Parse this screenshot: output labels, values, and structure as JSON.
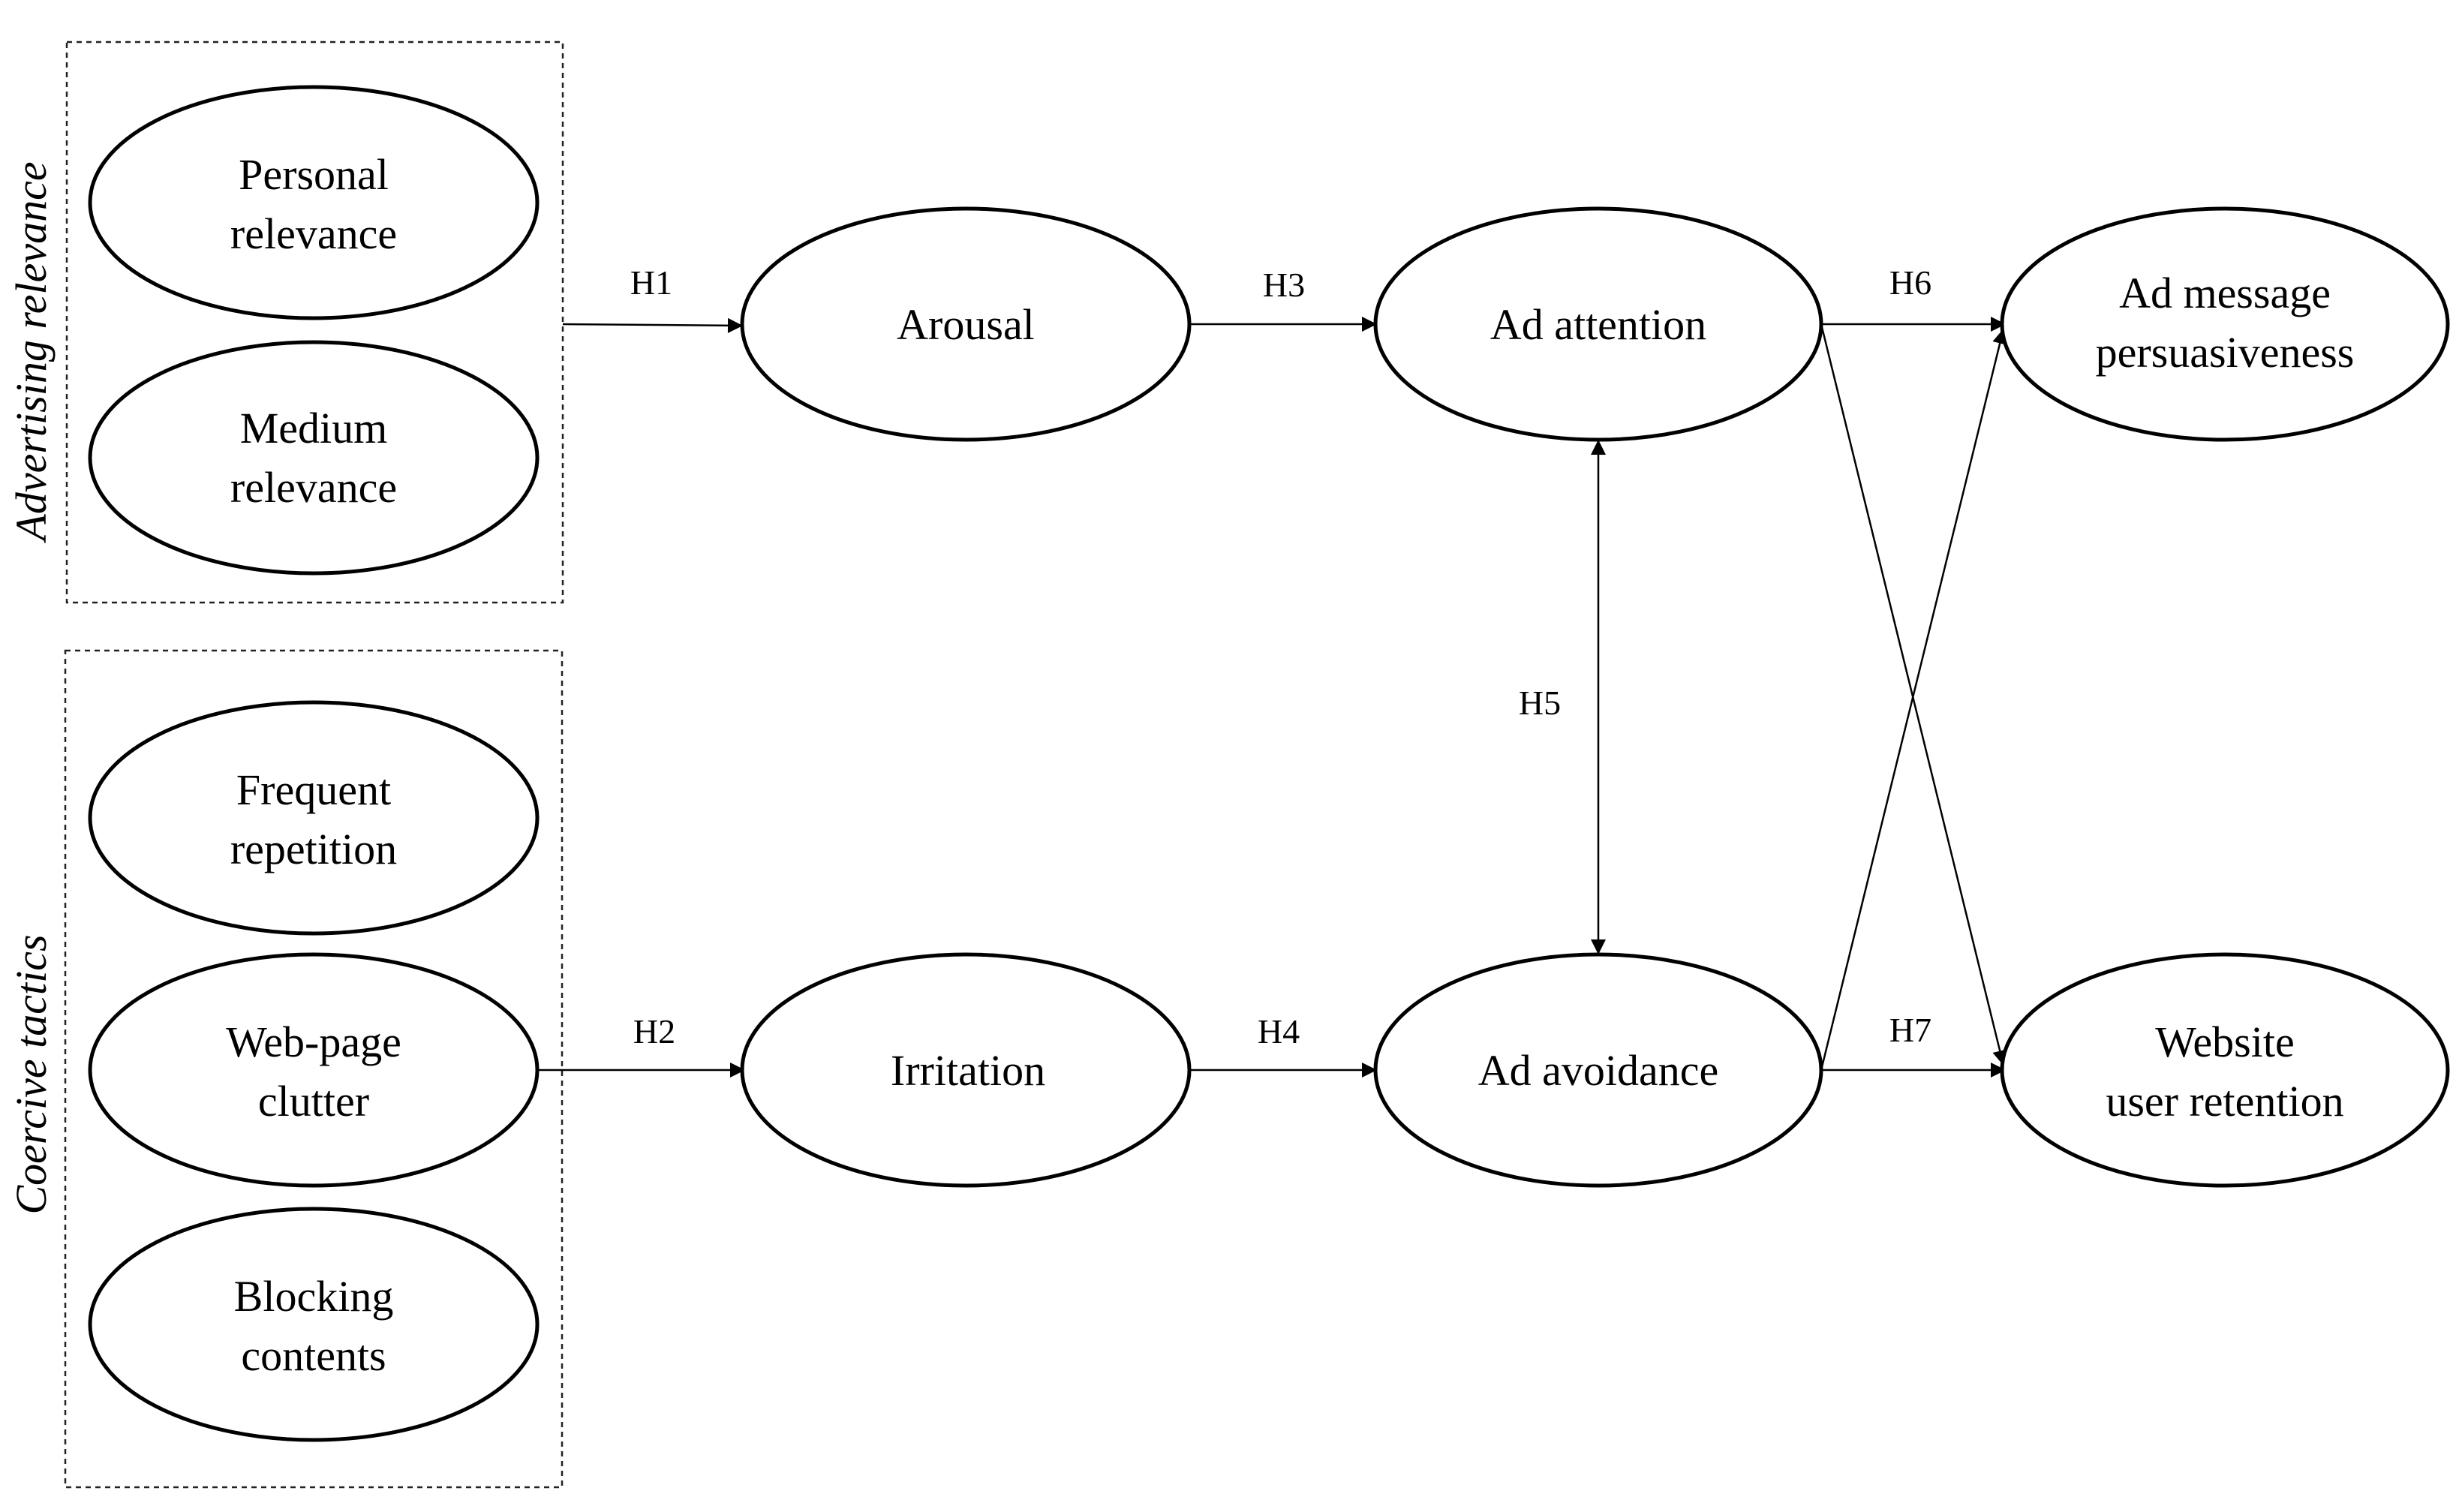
{
  "groups": [
    {
      "id": "advertising-relevance",
      "label": "Advertising  relevance"
    },
    {
      "id": "coercive-tactics",
      "label": "Coercive tactics"
    }
  ],
  "nodes": [
    {
      "id": "personal-relevance",
      "lines": [
        "Personal",
        "relevance"
      ]
    },
    {
      "id": "medium-relevance",
      "lines": [
        "Medium",
        "relevance"
      ]
    },
    {
      "id": "frequent-repetition",
      "lines": [
        "Frequent",
        "repetition"
      ]
    },
    {
      "id": "web-page-clutter",
      "lines": [
        "Web-page",
        "clutter"
      ]
    },
    {
      "id": "blocking-contents",
      "lines": [
        "Blocking",
        "contents"
      ]
    },
    {
      "id": "arousal",
      "lines": [
        "Arousal"
      ]
    },
    {
      "id": "irritation",
      "lines": [
        "Irritation"
      ]
    },
    {
      "id": "ad-attention",
      "lines": [
        "Ad attention"
      ]
    },
    {
      "id": "ad-avoidance",
      "lines": [
        "Ad avoidance"
      ]
    },
    {
      "id": "ad-message-persuasiveness",
      "lines": [
        "Ad message",
        "persuasiveness"
      ]
    },
    {
      "id": "website-user-retention",
      "lines": [
        "Website",
        "user retention"
      ]
    }
  ],
  "edges": [
    {
      "id": "h1",
      "label": "H1",
      "from": "advertising-relevance",
      "to": "arousal"
    },
    {
      "id": "h2",
      "label": "H2",
      "from": "web-page-clutter",
      "to": "irritation"
    },
    {
      "id": "h3",
      "label": "H3",
      "from": "arousal",
      "to": "ad-attention"
    },
    {
      "id": "h4",
      "label": "H4",
      "from": "irritation",
      "to": "ad-avoidance"
    },
    {
      "id": "h5",
      "label": "H5",
      "from": "ad-attention",
      "to": "ad-avoidance",
      "bidirectional": true
    },
    {
      "id": "h6",
      "label": "H6",
      "from": "ad-attention",
      "to": "ad-message-persuasiveness"
    },
    {
      "id": "h7",
      "label": "H7",
      "from": "ad-avoidance",
      "to": "website-user-retention"
    },
    {
      "id": "cross-1",
      "label": "",
      "from": "ad-attention",
      "to": "website-user-retention"
    },
    {
      "id": "cross-2",
      "label": "",
      "from": "ad-avoidance",
      "to": "ad-message-persuasiveness"
    }
  ]
}
